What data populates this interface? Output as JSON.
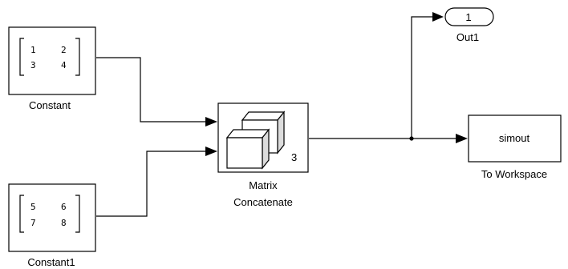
{
  "blocks": {
    "constant": {
      "label": "Constant",
      "matrix": [
        [
          "1",
          "2"
        ],
        [
          "3",
          "4"
        ]
      ]
    },
    "constant1": {
      "label": "Constant1",
      "matrix": [
        [
          "5",
          "6"
        ],
        [
          "7",
          "8"
        ]
      ]
    },
    "matrix_concatenate": {
      "label_line1": "Matrix",
      "label_line2": "Concatenate",
      "dimension": "3"
    },
    "out1": {
      "label": "Out1",
      "port_number": "1"
    },
    "to_workspace": {
      "label": "To Workspace",
      "variable": "simout"
    }
  }
}
